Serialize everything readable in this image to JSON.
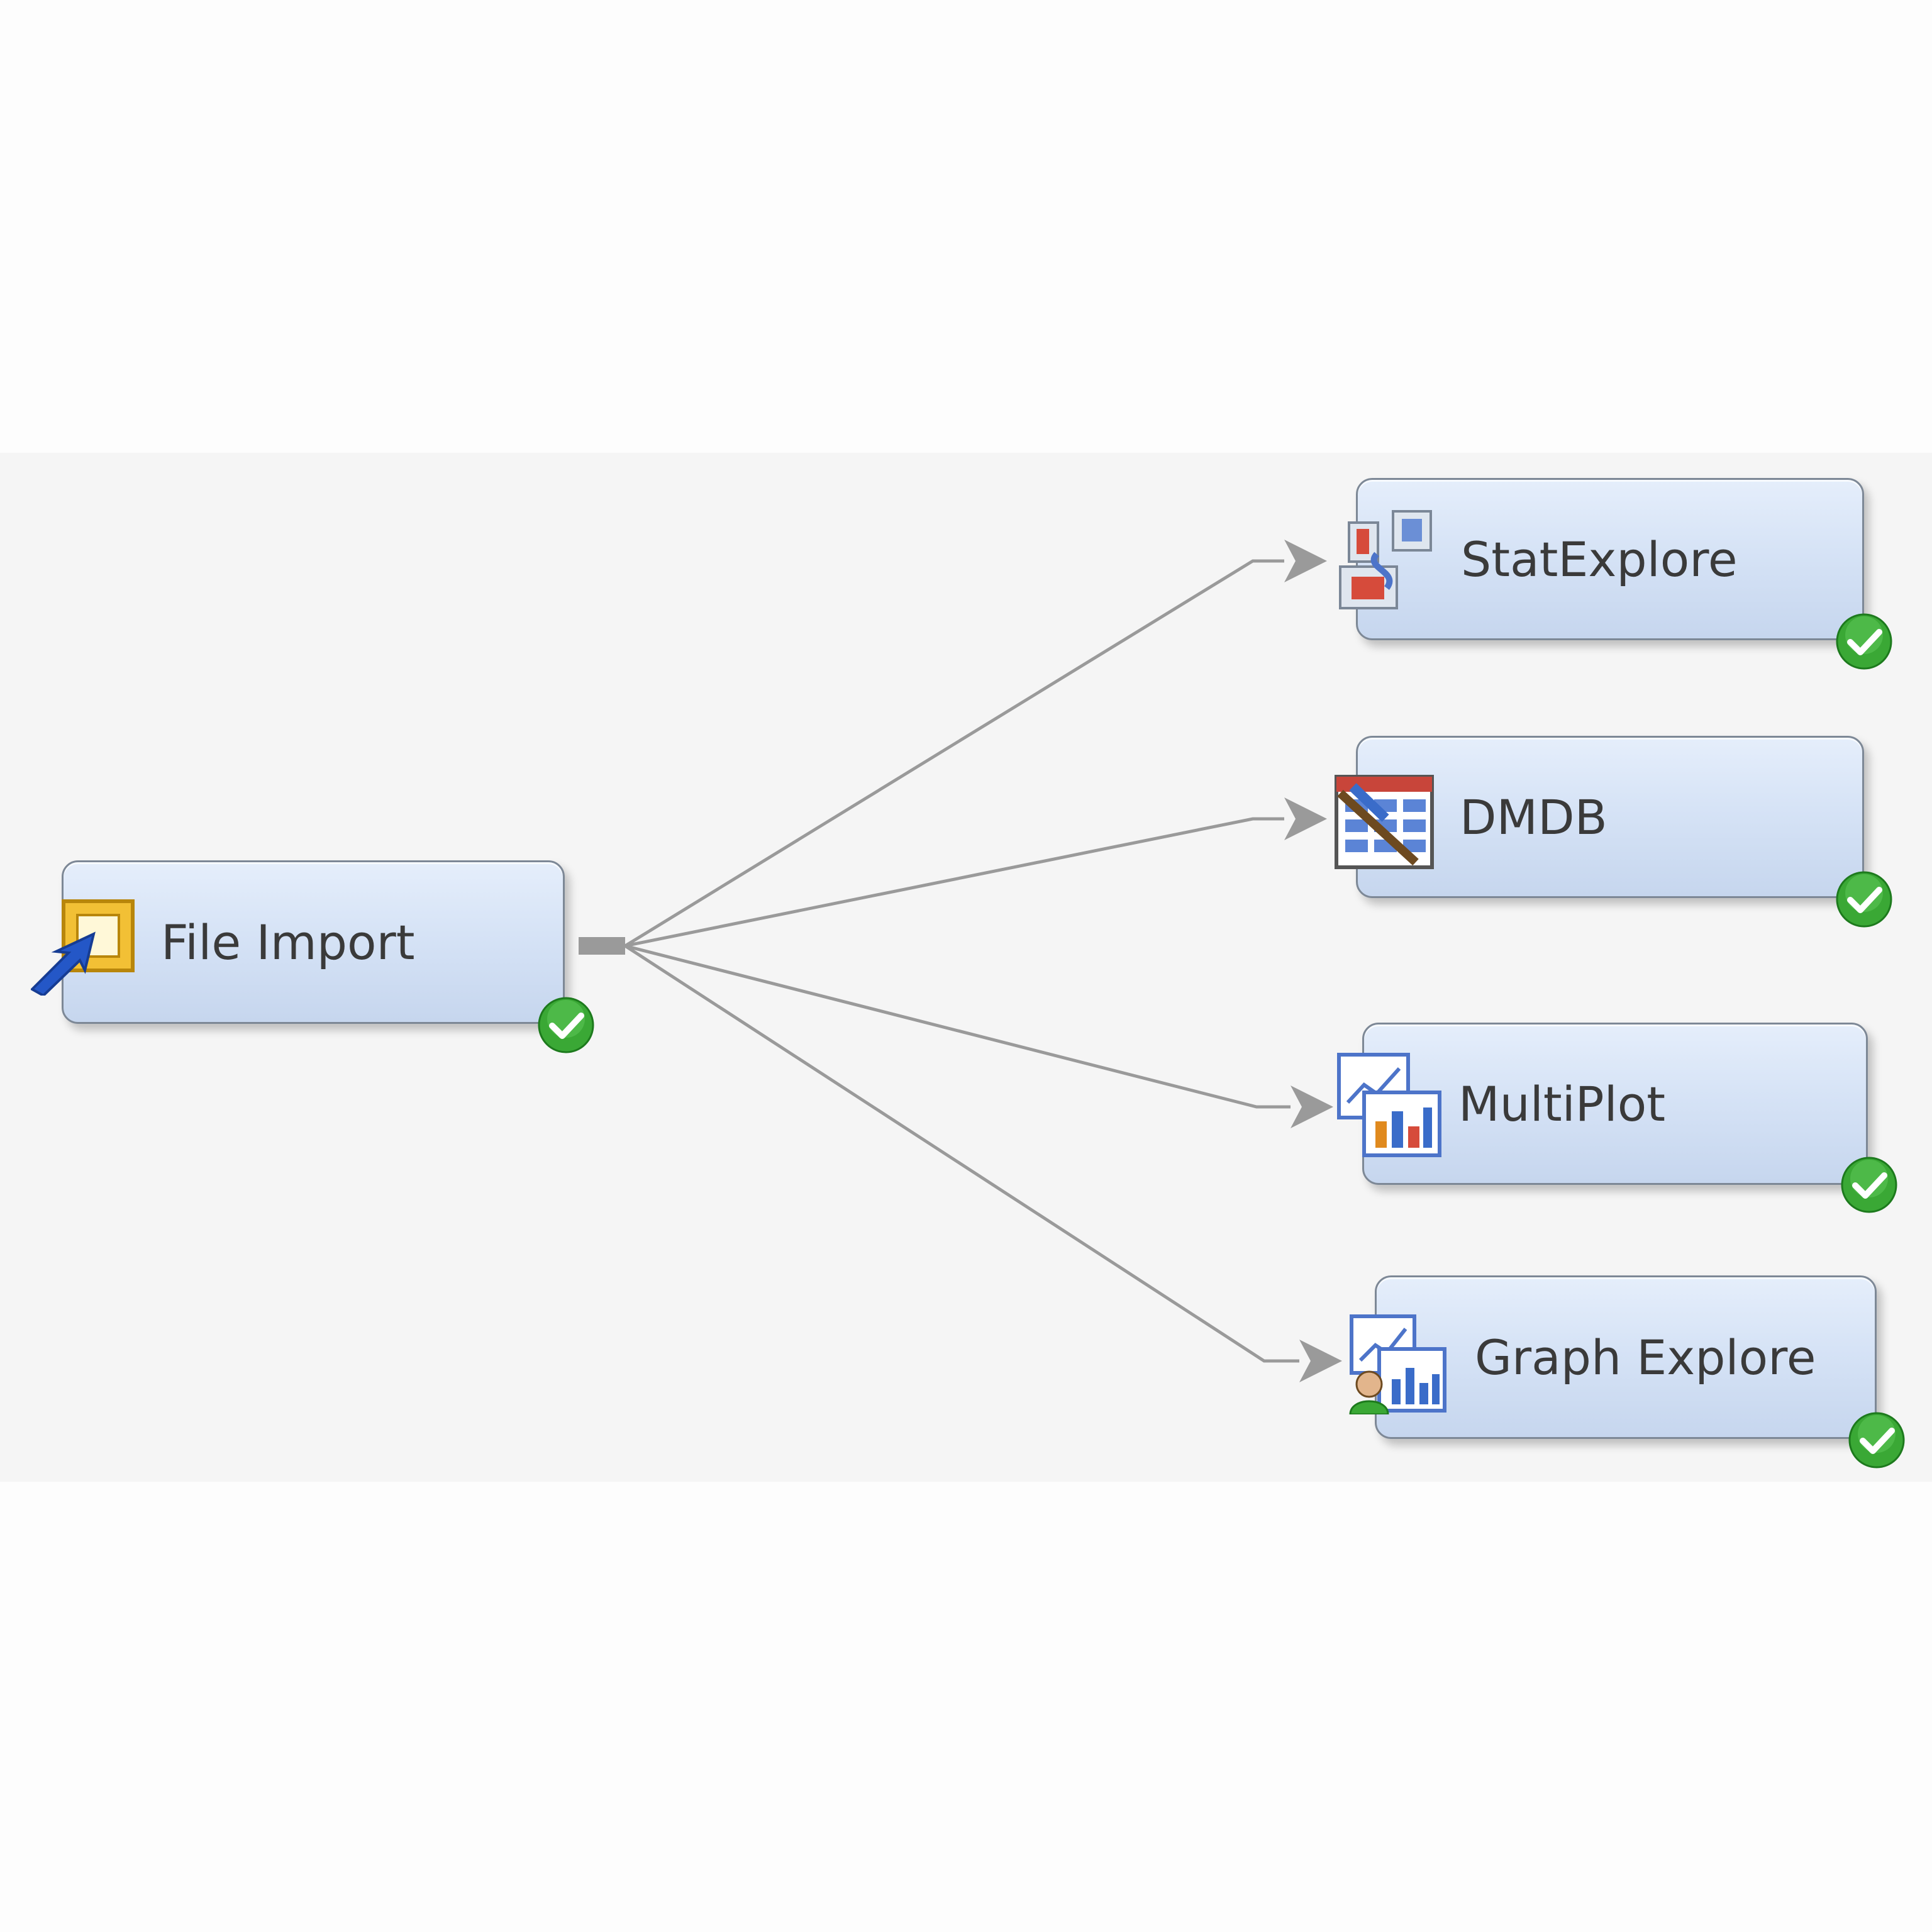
{
  "diagram": {
    "nodes": [
      {
        "id": "file-import",
        "label": "File Import",
        "icon": "file-import-icon",
        "status": "completed"
      },
      {
        "id": "statexplore",
        "label": "StatExplore",
        "icon": "statexplore-icon",
        "status": "completed"
      },
      {
        "id": "dmdb",
        "label": "DMDB",
        "icon": "dmdb-icon",
        "status": "completed"
      },
      {
        "id": "multiplot",
        "label": "MultiPlot",
        "icon": "multiplot-icon",
        "status": "completed"
      },
      {
        "id": "graph-explore",
        "label": "Graph Explore",
        "icon": "graph-explore-icon",
        "status": "completed"
      }
    ],
    "connections": [
      {
        "from": "file-import",
        "to": "statexplore"
      },
      {
        "from": "file-import",
        "to": "dmdb"
      },
      {
        "from": "file-import",
        "to": "multiplot"
      },
      {
        "from": "file-import",
        "to": "graph-explore"
      }
    ],
    "colors": {
      "node_fill": "#d6e3f6",
      "node_border": "#7d8896",
      "connector": "#9a9a9a",
      "status_ok": "#3aa835"
    }
  }
}
